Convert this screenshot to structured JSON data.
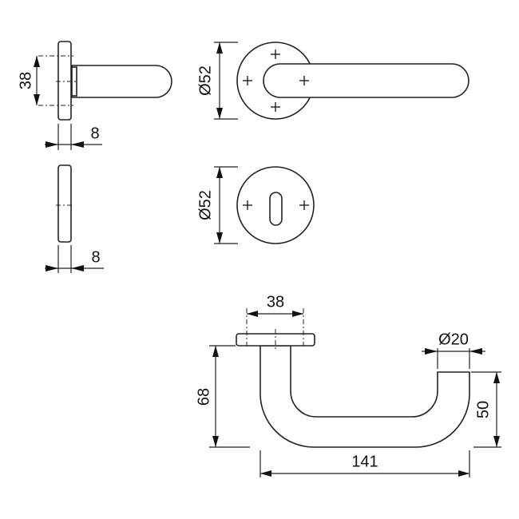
{
  "drawing": {
    "side_view_rose": {
      "height_label": "38",
      "thickness_label": "8"
    },
    "side_view_escutcheon": {
      "thickness_label": "8"
    },
    "front_view_rose": {
      "diameter_label": "Ø52"
    },
    "front_view_escutcheon": {
      "diameter_label": "Ø52"
    },
    "top_view_handle": {
      "rose_width_label": "38",
      "grip_diameter_label": "Ø20",
      "height_label": "68",
      "end_height_label": "50",
      "length_label": "141"
    }
  }
}
